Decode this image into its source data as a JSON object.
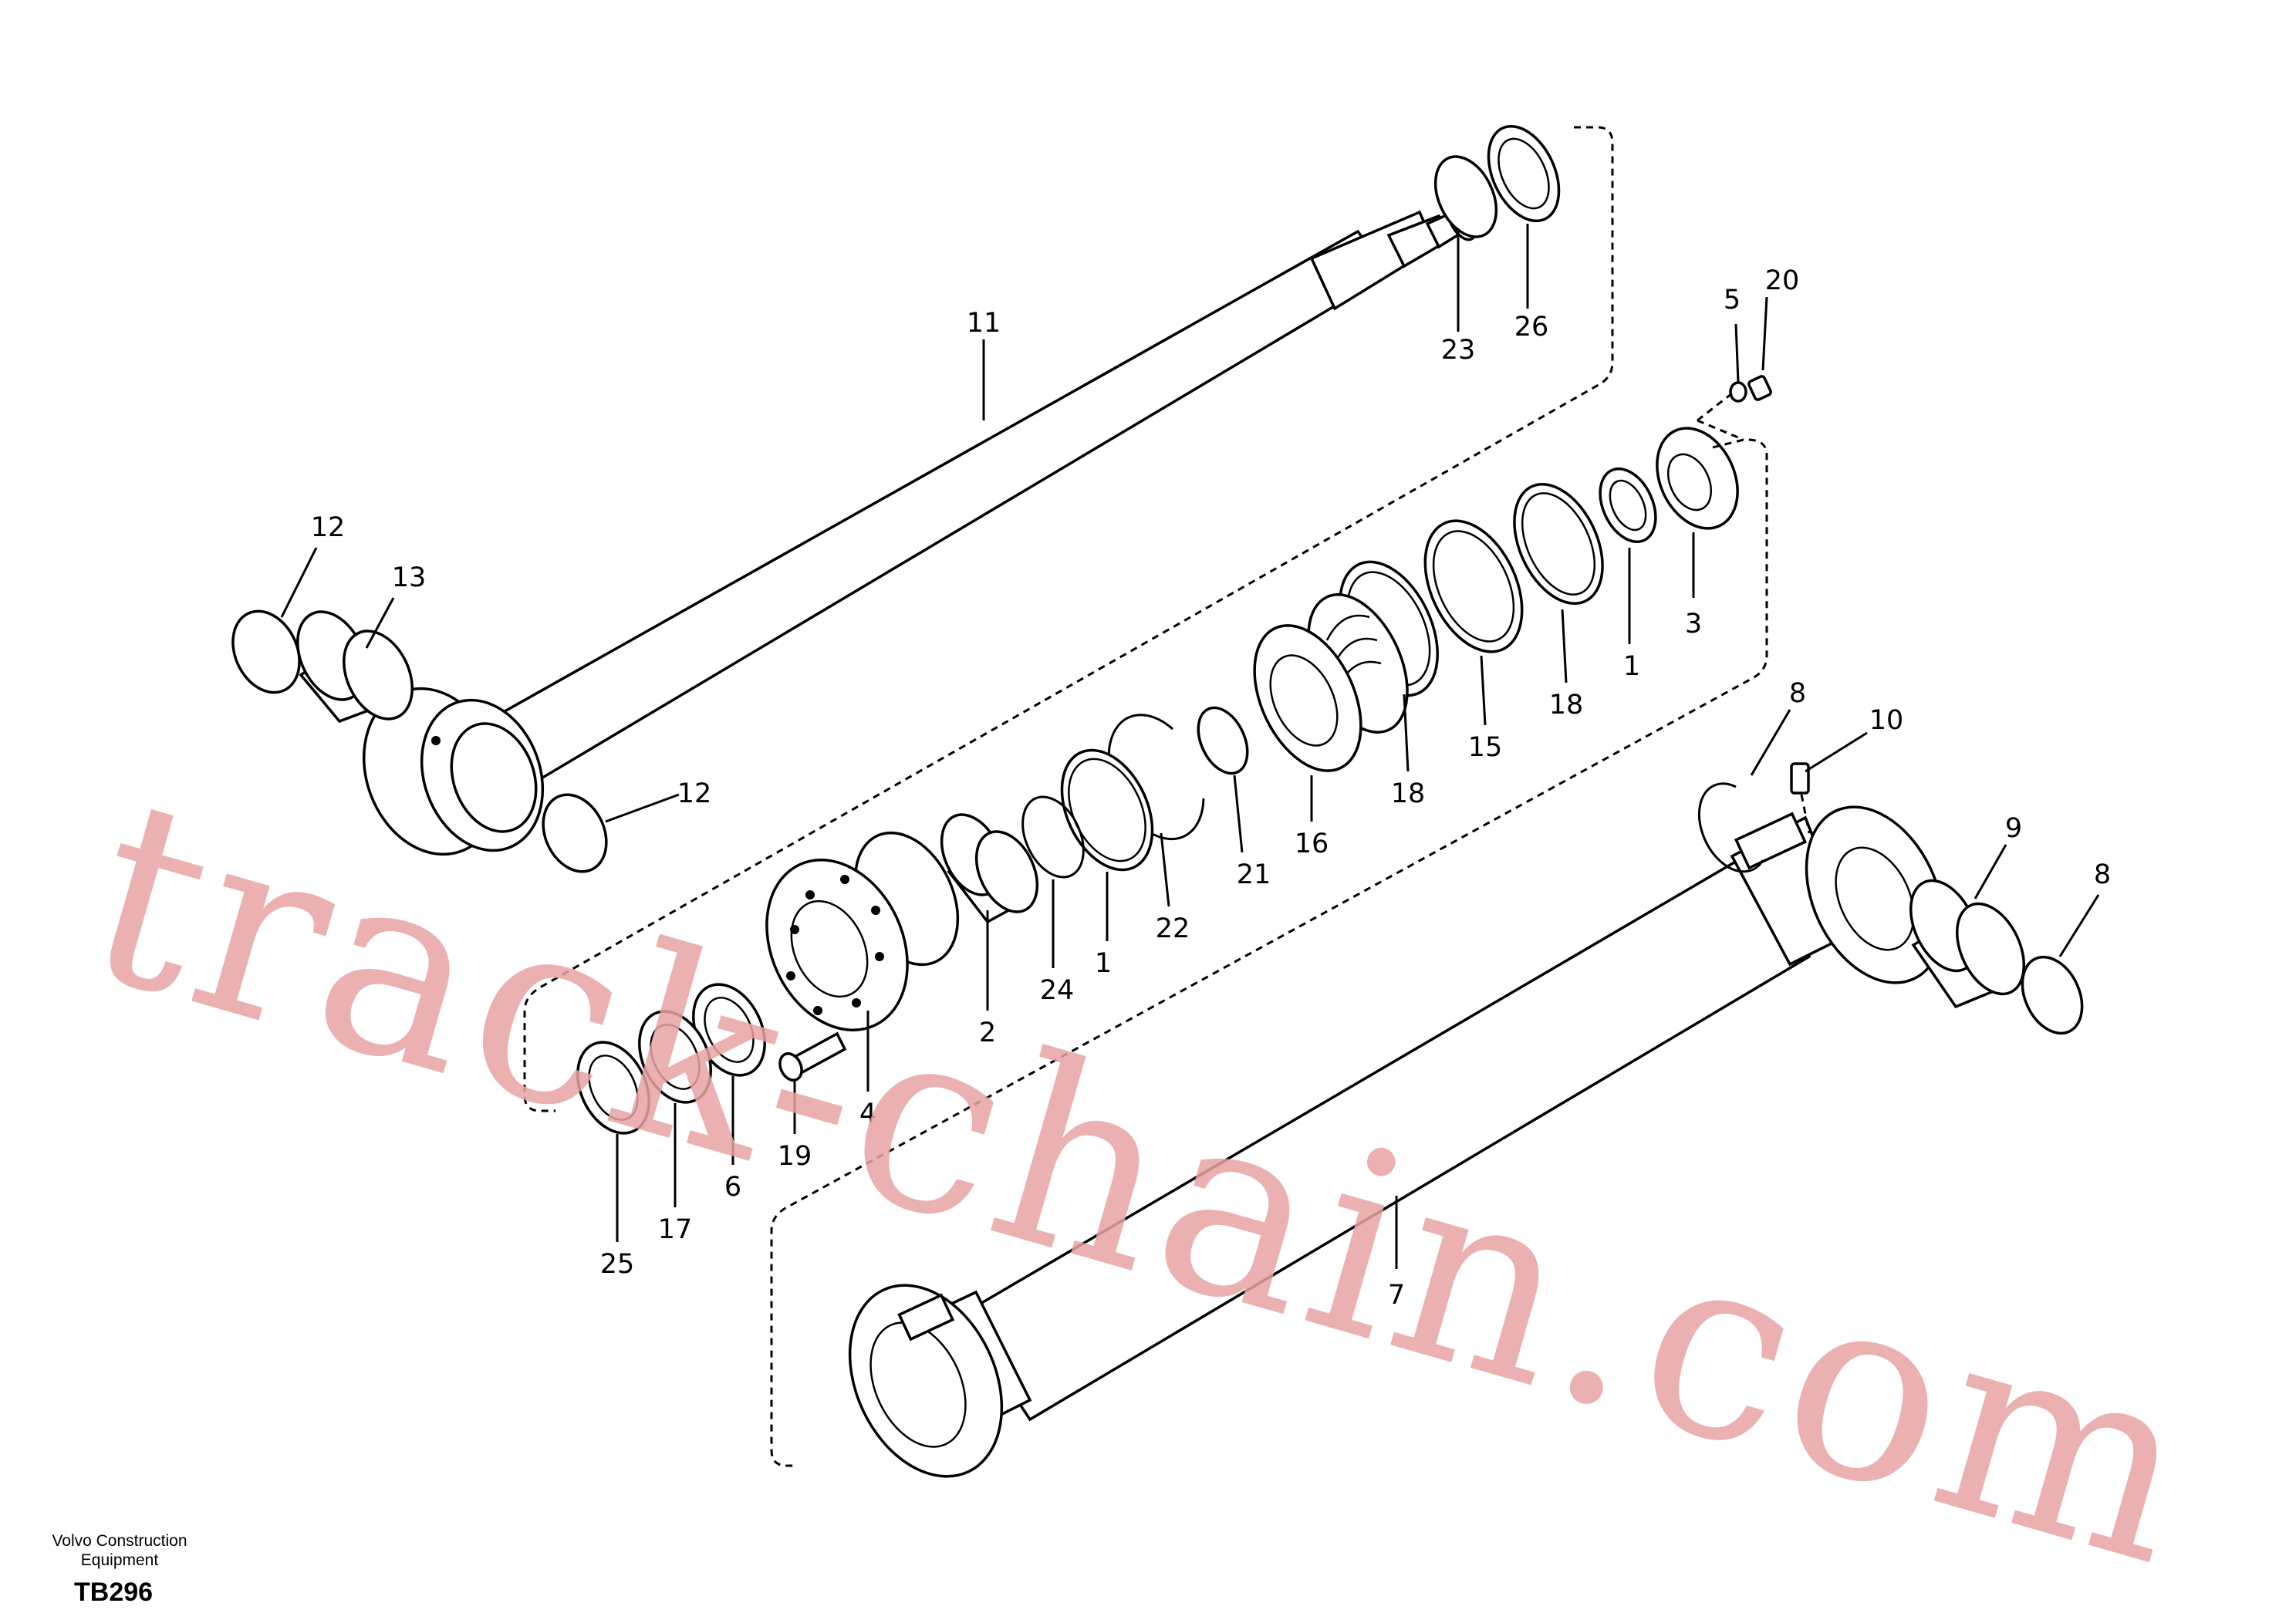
{
  "watermark": "track-chain.com",
  "footer": {
    "company_line1": "Volvo Construction",
    "company_line2": "Equipment",
    "code": "TB296"
  },
  "labels": {
    "p11": "11",
    "p23": "23",
    "p26": "26",
    "p5": "5",
    "p20": "20",
    "p12a": "12",
    "p13": "13",
    "p12b": "12",
    "p3": "3",
    "p1a": "1",
    "p18a": "18",
    "p15": "15",
    "p18b": "18",
    "p16": "16",
    "p21": "21",
    "p22": "22",
    "p1b": "1",
    "p24": "24",
    "p2": "2",
    "p4": "4",
    "p19": "19",
    "p6": "6",
    "p17": "17",
    "p25": "25",
    "p8a": "8",
    "p10": "10",
    "p9": "9",
    "p8b": "8",
    "p7": "7"
  }
}
